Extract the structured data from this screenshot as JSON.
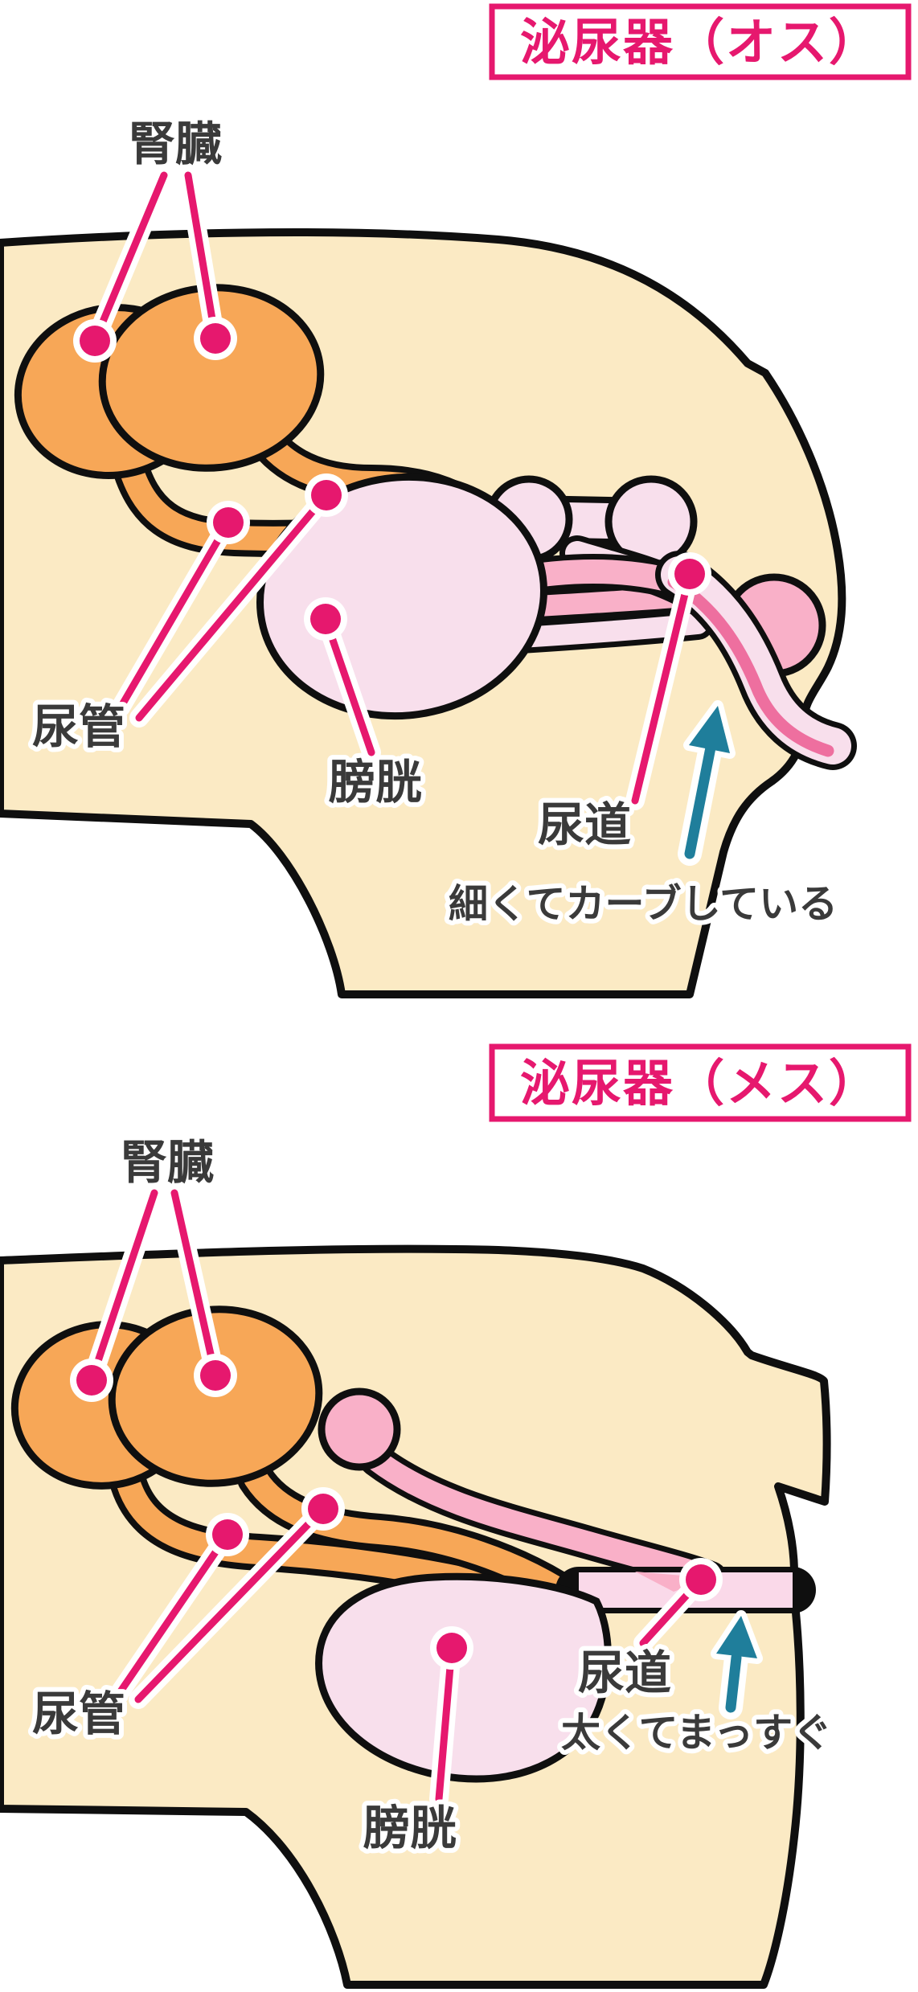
{
  "panels": {
    "male": {
      "title": "泌尿器（オス）",
      "labels": {
        "kidney": "腎臓",
        "ureter": "尿管",
        "bladder": "膀胱",
        "urethra": "尿道"
      },
      "note": "細くてカーブしている"
    },
    "female": {
      "title": "泌尿器（メス）",
      "labels": {
        "kidney": "腎臓",
        "ureter": "尿管",
        "bladder": "膀胱",
        "urethra": "尿道"
      },
      "note": "太くてまっすぐ"
    }
  },
  "colors": {
    "accent_pink": "#e6186e",
    "body_cream": "#fbeac4",
    "organ_orange": "#f7a757",
    "pink_pale": "#f8dfec",
    "pink_medium": "#f9b0c8",
    "pink_dark": "#ee6f9f",
    "teal_arrow": "#1f7e9b",
    "label_gray": "#3a3a3a",
    "outline_black": "#0f0f0f"
  }
}
